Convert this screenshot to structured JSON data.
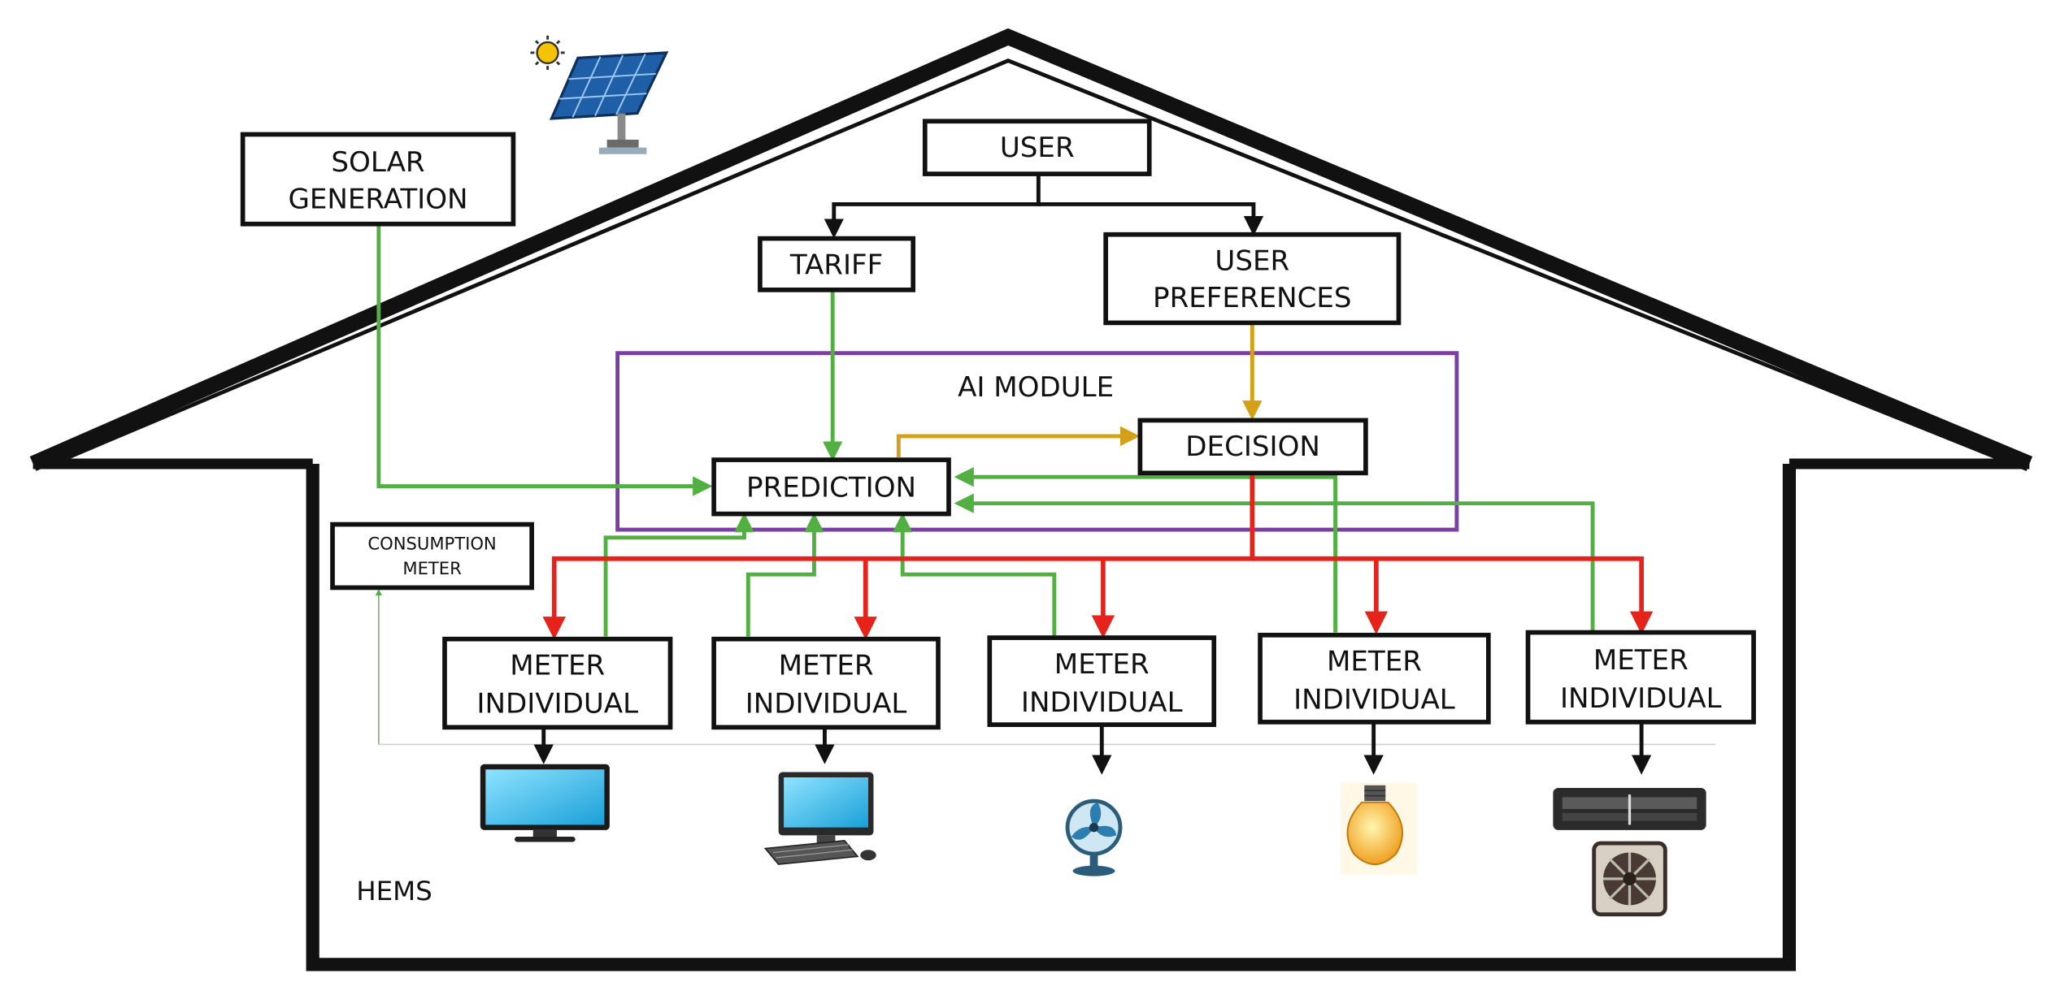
{
  "diagram": {
    "labels": {
      "solar_generation_line1": "SOLAR",
      "solar_generation_line2": "GENERATION",
      "user": "USER",
      "tariff": "TARIFF",
      "user_preferences_line1": "USER",
      "user_preferences_line2": "PREFERENCES",
      "ai_module": "AI MODULE",
      "decision": "DECISION",
      "prediction": "PREDICTION",
      "consumption_meter_line1": "CONSUMPTION",
      "consumption_meter_line2": "METER",
      "hems": "HEMS"
    },
    "meters": [
      {
        "line1": "METER",
        "line2": "INDIVIDUAL"
      },
      {
        "line1": "METER",
        "line2": "INDIVIDUAL"
      },
      {
        "line1": "METER",
        "line2": "INDIVIDUAL"
      },
      {
        "line1": "METER",
        "line2": "INDIVIDUAL"
      },
      {
        "line1": "METER",
        "line2": "INDIVIDUAL"
      }
    ],
    "devices": [
      "monitor-icon",
      "desktop-computer-icon",
      "fan-icon",
      "light-bulb-icon",
      "air-conditioner-icon"
    ],
    "colors": {
      "outline": "#111111",
      "data_flow": "#52b043",
      "control_flow": "#e5231b",
      "preference_flow": "#d4a017",
      "ai_module_border": "#7b3fa3"
    }
  }
}
